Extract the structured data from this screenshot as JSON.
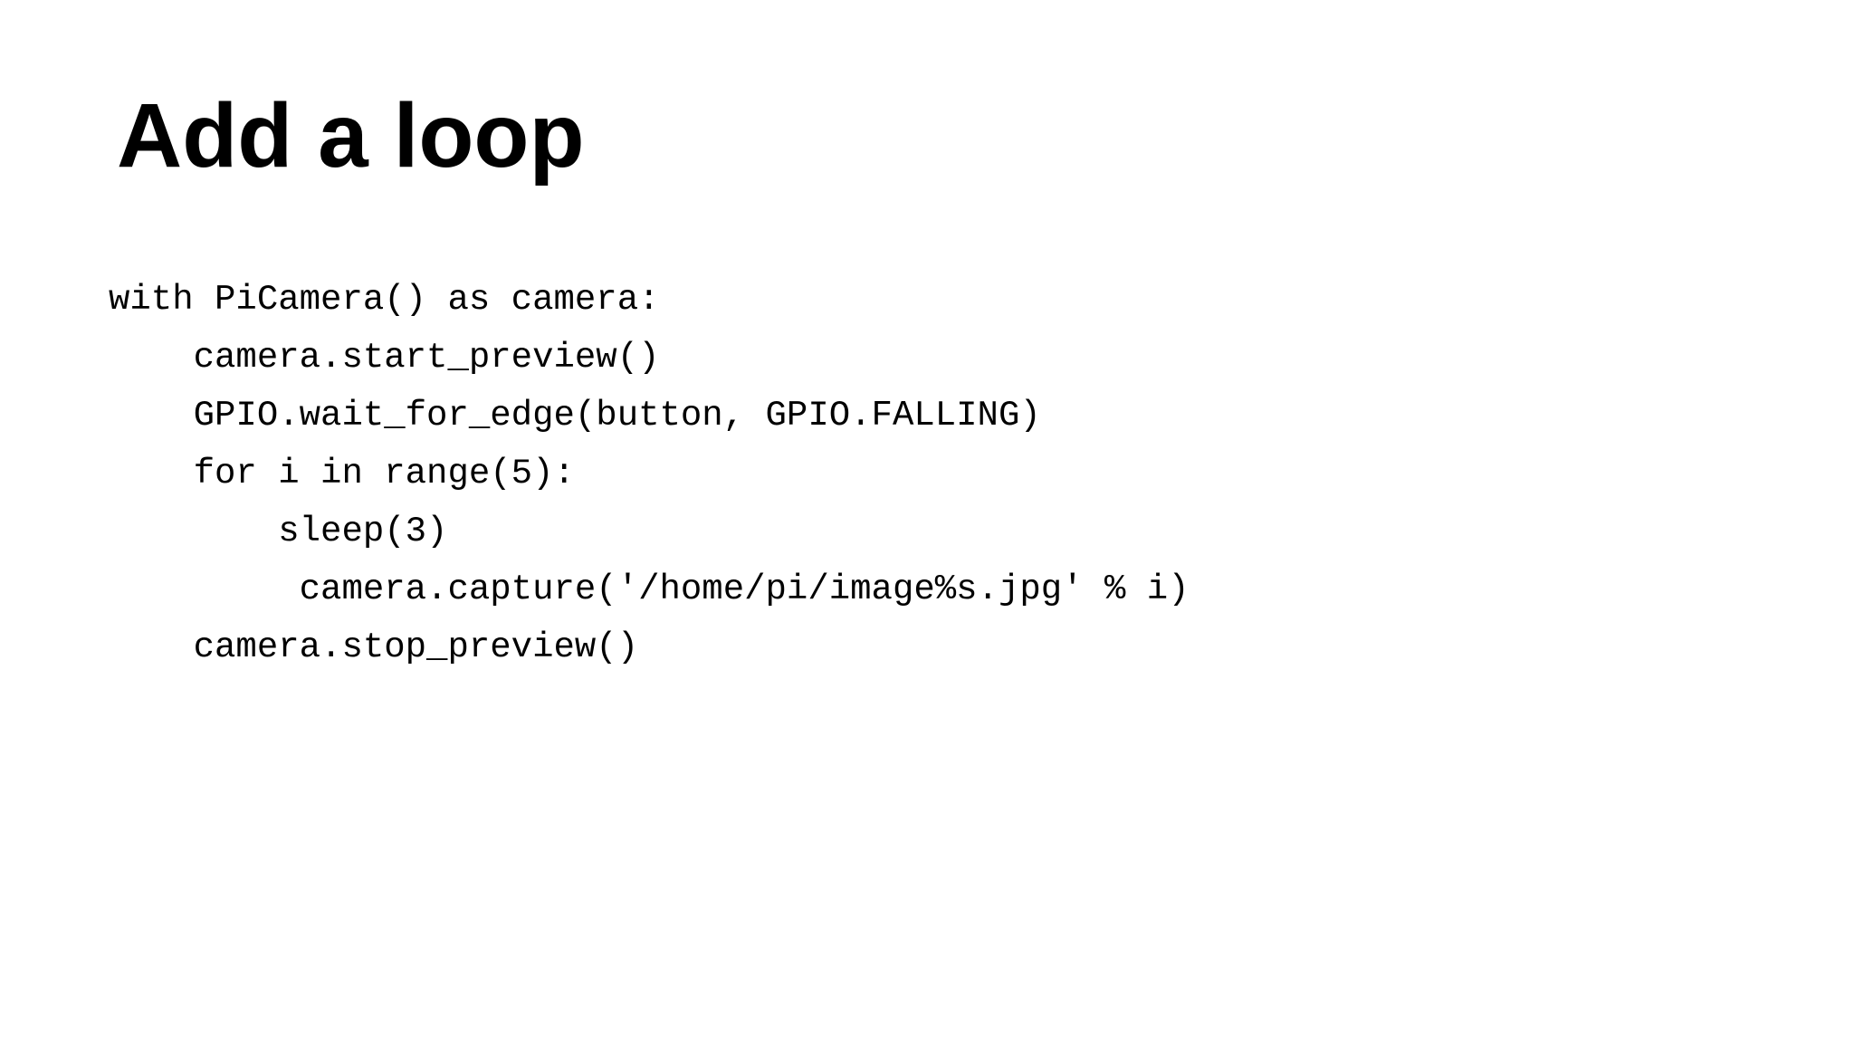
{
  "slide": {
    "title": "Add a loop",
    "code_language": "python",
    "code_lines": [
      "with PiCamera() as camera:",
      "    camera.start_preview()",
      "    GPIO.wait_for_edge(button, GPIO.FALLING)",
      "    for i in range(5):",
      "        sleep(3)",
      "         camera.capture('/home/pi/image%s.jpg' % i)",
      "    camera.stop_preview()"
    ]
  },
  "colors": {
    "background": "#ffffff",
    "text": "#000000"
  }
}
